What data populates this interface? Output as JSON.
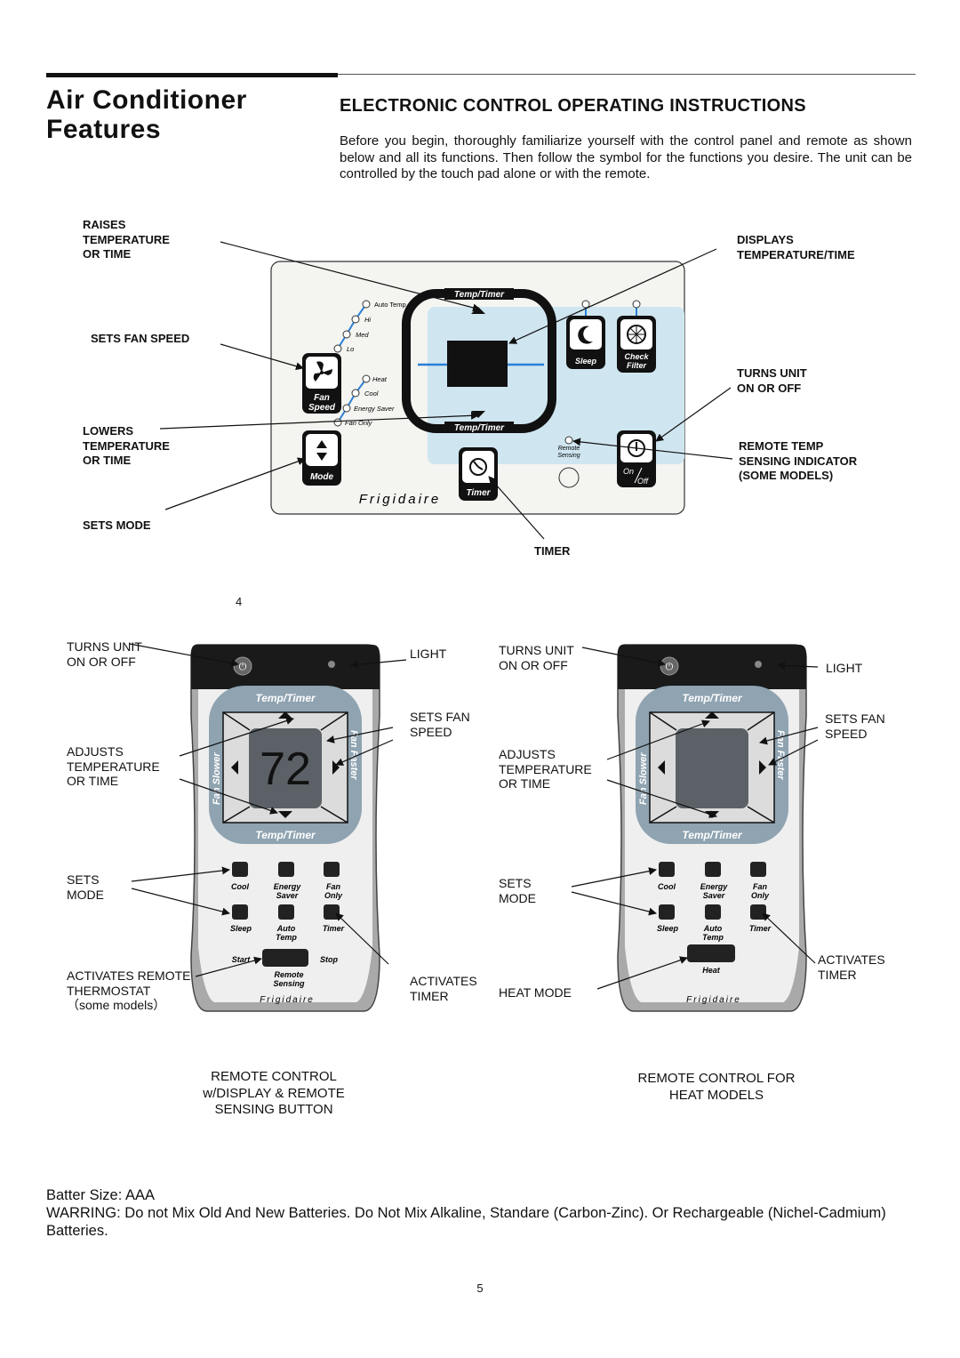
{
  "header": {
    "page_title": "Air Conditioner\nFeatures",
    "section_title": "ELECTRONIC CONTROL OPERATING INSTRUCTIONS",
    "intro": "Before you begin, thoroughly familiarize yourself with the control panel and remote as shown below and all its functions. Then follow the symbol for the functions you desire. The unit can be controlled by the touch pad alone or with the remote."
  },
  "panel_callouts": {
    "raises": "RAISES\nTEMPERATURE\nOR TIME",
    "fan_speed": "SETS  FAN SPEED",
    "lowers": "LOWERS\nTEMPERATURE\nOR TIME",
    "sets_mode": "SETS MODE",
    "displays": "DISPLAYS\nTEMPERATURE/TIME",
    "turns_unit": "TURNS UNIT\nON OR OFF",
    "remote_temp": "REMOTE TEMP\nSENSING INDICATOR\n(SOME MODELS)",
    "timer": "TIMER",
    "page_marker": "4"
  },
  "panel": {
    "temp_timer": "Temp/Timer",
    "fan_levels": [
      "Auto Temp",
      "Hi",
      "Med",
      "Lo"
    ],
    "modes": [
      "Heat",
      "Cool",
      "Energy Saver",
      "Fan Only"
    ],
    "fan_speed_btn": [
      "Fan",
      "Speed"
    ],
    "mode_btn": "Mode",
    "sleep_btn": "Sleep",
    "check_filter_btn": [
      "Check",
      "Filter"
    ],
    "remote_sensing": [
      "Remote",
      "Sensing"
    ],
    "timer_btn": "Timer",
    "on_off_btn": [
      "On",
      "Off"
    ],
    "brand": "Frigidaire"
  },
  "remote1": {
    "display": "72",
    "temp_timer": "Temp/Timer",
    "fan_slower": "Fan Slower",
    "fan_faster": "Fan Faster",
    "row1": [
      "Cool",
      "Energy\nSaver",
      "Fan\nOnly"
    ],
    "row2": [
      "Sleep",
      "Auto\nTemp",
      "Timer"
    ],
    "start": "Start",
    "stop": "Stop",
    "sensing": "Remote\nSensing",
    "brand": "Frigidaire",
    "callouts": {
      "turns_unit": "TURNS UNIT\nON OR OFF",
      "adjusts": "ADJUSTS\nTEMPERATURE\nOR TIME",
      "sets_mode": "SETS\nMODE",
      "activates_remote": "ACTIVATES REMOTE\n THERMOSTAT\n（some models）",
      "light": "LIGHT",
      "sets_fan": "SETS FAN\n  SPEED",
      "activates_timer": "ACTIVATES\nTIMER"
    },
    "caption": "REMOTE CONTROL\nw/DISPLAY & REMOTE\nSENSING BUTTON"
  },
  "remote2": {
    "temp_timer": "Temp/Timer",
    "fan_slower": "Fan Slower",
    "fan_faster": "Fan Faster",
    "row1": [
      "Cool",
      "Energy\nSaver",
      "Fan\nOnly"
    ],
    "row2": [
      "Sleep",
      "Auto\nTemp",
      "Timer"
    ],
    "heat": "Heat",
    "brand": "Frigidaire",
    "callouts": {
      "turns_unit": "TURNS UNIT\nON OR OFF",
      "adjusts": "ADJUSTS\nTEMPERATURE\nOR TIME",
      "sets_mode": "SETS\nMODE",
      "heat_mode": "HEAT MODE",
      "light": "LIGHT",
      "sets_fan": "SETS FAN\n  SPEED",
      "activates_timer": "ACTIVATES\nTIMER"
    },
    "caption": "REMOTE CONTROL FOR\nHEAT MODELS"
  },
  "footer": {
    "battery": "Batter Size: AAA",
    "warning": "WARRING: Do not Mix Old And New Batteries. Do Not Mix Alkaline, Standare (Carbon-Zinc). Or Rechargeable (Nichel-Cadmium) Batteries.",
    "page_number": "5"
  }
}
